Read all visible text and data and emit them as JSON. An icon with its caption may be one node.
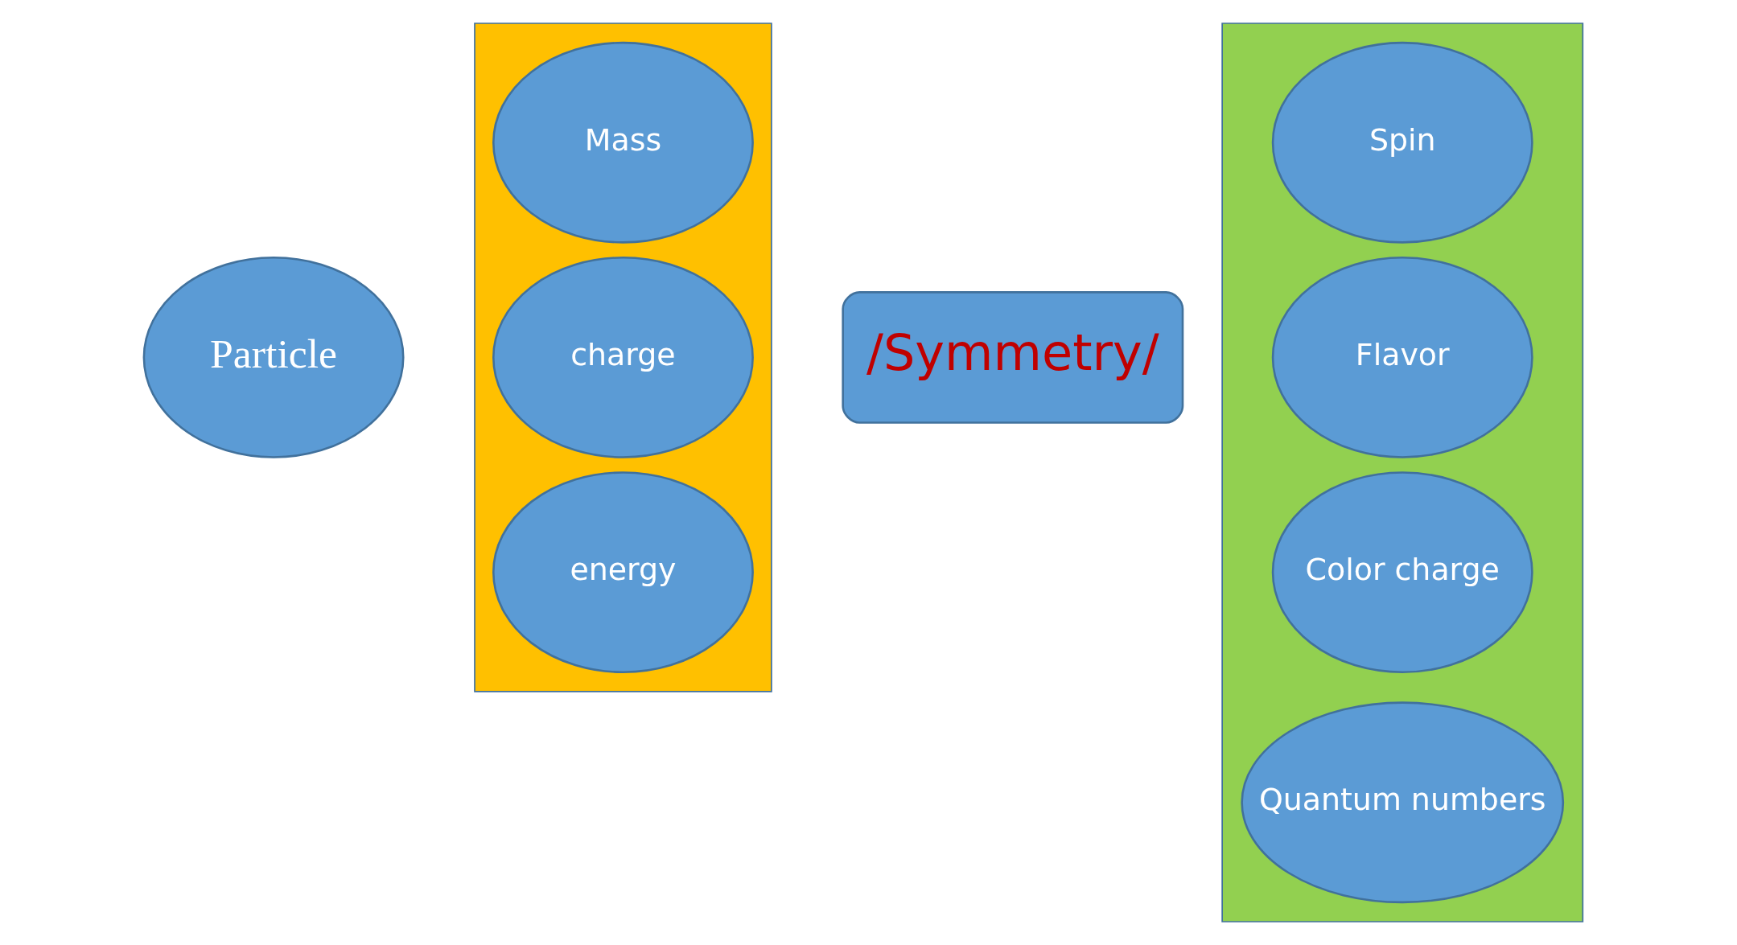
{
  "diagram": {
    "nodes": [
      {
        "text": [
          "Particle"
        ]
      },
      {
        "text": [],
        "shape": "box"
      },
      {
        "text": [
          "Mass"
        ],
        "in": 1
      },
      {
        "text": [
          "charge"
        ],
        "in": 1
      },
      {
        "text": [
          "energy"
        ],
        "in": 1
      },
      {
        "text": [
          "/Symmetry/"
        ]
      },
      {
        "text": [],
        "shape": "box"
      },
      {
        "text": [
          "Spin"
        ],
        "in": 6
      },
      {
        "text": [
          "Flavor"
        ],
        "in": 6
      },
      {
        "text": [
          "Color charge"
        ],
        "in": 6
      },
      {
        "text": [
          "Quantum numbers"
        ],
        "in": 6
      }
    ]
  }
}
